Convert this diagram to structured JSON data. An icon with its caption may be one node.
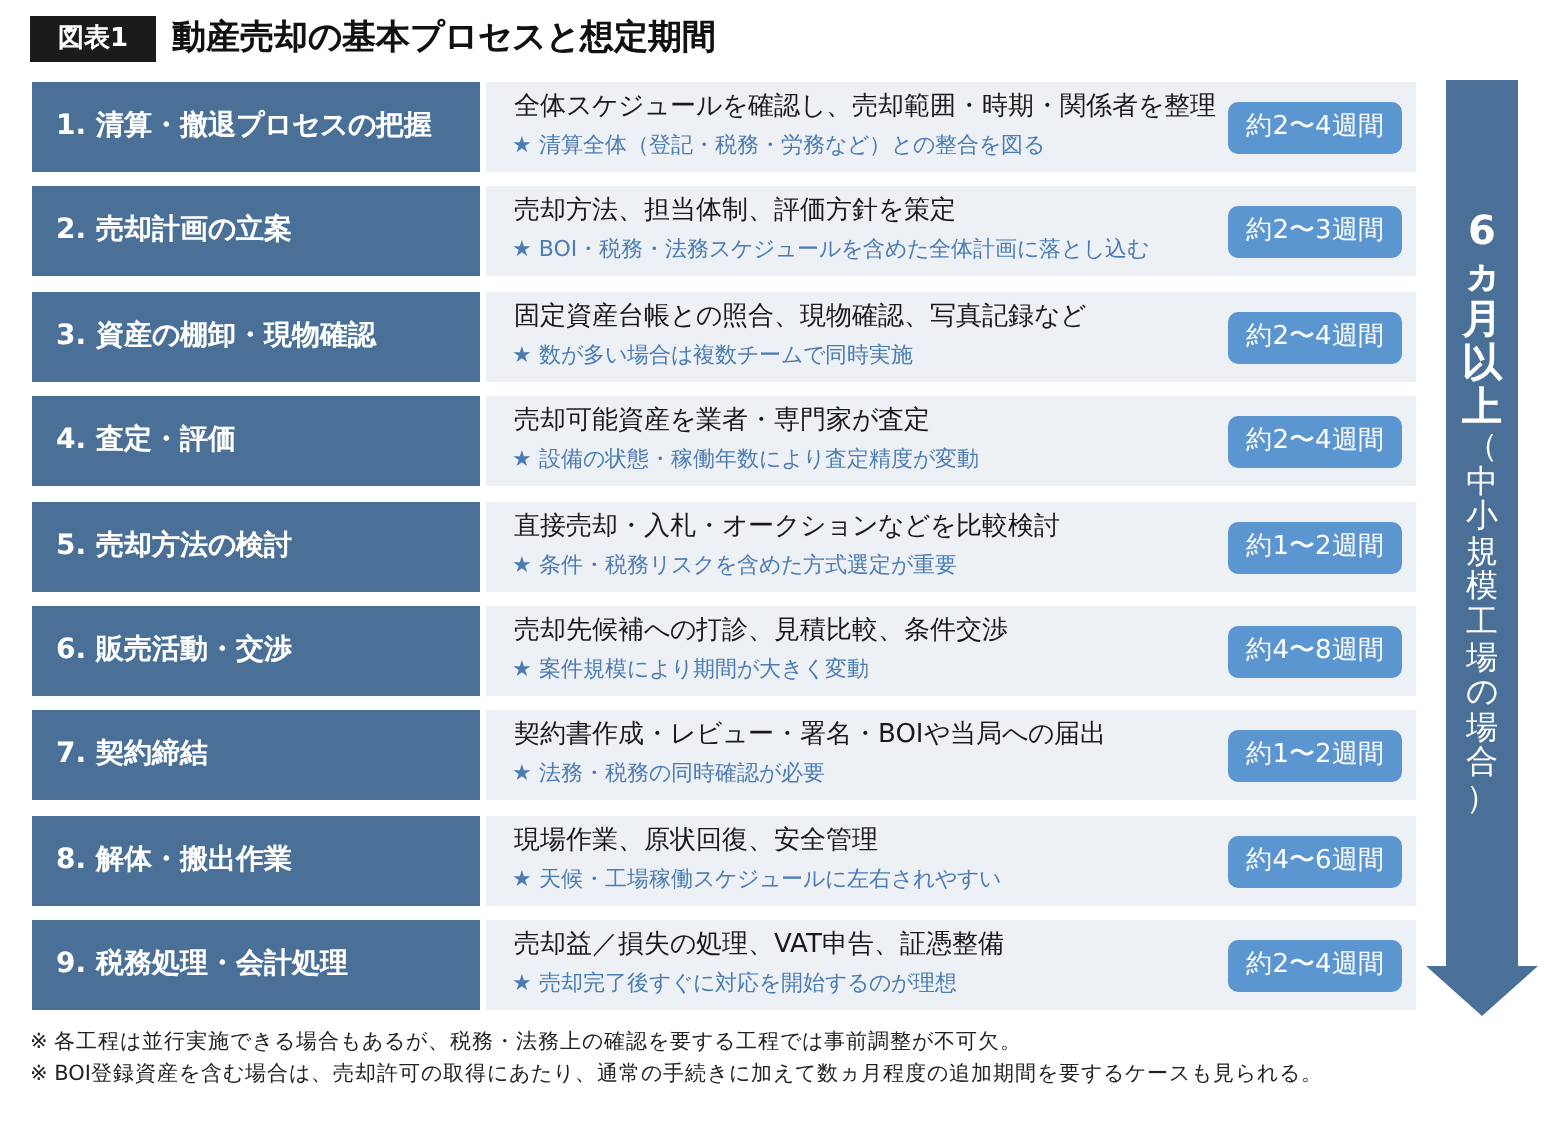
{
  "diagram": {
    "title": "動産売却の基本プロセスと想定期間",
    "nodes": [
      {
        "text": [
          "図表1"
        ]
      },
      {
        "text": [
          "1. 清算・撤退プロセスの把握"
        ]
      },
      {
        "text": [
          "全体スケジュールを確認し、売却範囲・時期・関係者を整理",
          "★ 清算全体（登記・税務・労務など）との整合を図る"
        ]
      },
      {
        "text": [
          "約2〜4週間"
        ],
        "in": 2
      },
      {
        "text": [
          "2. 売却計画の立案"
        ]
      },
      {
        "text": [
          "売却方法、担当体制、評価方針を策定",
          "★ BOI・税務・法務スケジュールを含めた全体計画に落とし込む"
        ]
      },
      {
        "text": [
          "約2〜3週間"
        ],
        "in": 5
      },
      {
        "text": [
          "3. 資産の棚卸・現物確認"
        ]
      },
      {
        "text": [
          "固定資産台帳との照合、現物確認、写真記録など",
          "★ 数が多い場合は複数チームで同時実施"
        ]
      },
      {
        "text": [
          "約2〜4週間"
        ],
        "in": 8
      },
      {
        "text": [
          "4. 査定・評価"
        ]
      },
      {
        "text": [
          "売却可能資産を業者・専門家が査定",
          "★ 設備の状態・稼働年数により査定精度が変動"
        ]
      },
      {
        "text": [
          "約2〜4週間"
        ],
        "in": 11
      },
      {
        "text": [
          "5. 売却方法の検討"
        ]
      },
      {
        "text": [
          "直接売却・入札・オークションなどを比較検討",
          "★ 条件・税務リスクを含めた方式選定が重要"
        ]
      },
      {
        "text": [
          "約1〜2週間"
        ],
        "in": 14
      },
      {
        "text": [
          "6. 販売活動・交渉"
        ]
      },
      {
        "text": [
          "売却先候補への打診、見積比較、条件交渉",
          "★ 案件規模により期間が大きく変動"
        ]
      },
      {
        "text": [
          "約4〜8週間"
        ],
        "in": 17
      },
      {
        "text": [
          "7. 契約締結"
        ]
      },
      {
        "text": [
          "契約書作成・レビュー・署名・BOIや当局への届出",
          "★ 法務・税務の同時確認が必要"
        ]
      },
      {
        "text": [
          "約1〜2週間"
        ],
        "in": 20
      },
      {
        "text": [
          "8. 解体・搬出作業"
        ]
      },
      {
        "text": [
          "現場作業、原状回復、安全管理",
          "★ 天候・工場稼働スケジュールに左右されやすい"
        ]
      },
      {
        "text": [
          "約4〜6週間"
        ],
        "in": 23
      },
      {
        "text": [
          "9. 税務処理・会計処理"
        ]
      },
      {
        "text": [
          "売却益／損失の処理、VAT申告、証憑整備",
          "★ 売却完了後すぐに対応を開始するのが理想"
        ]
      },
      {
        "text": [
          "約2〜4週間"
        ],
        "in": 26
      },
      {
        "text": [
          "**6ヵ月以上**（中小規模工場の場合）"
        ]
      }
    ],
    "labels": [
      "※ 各工程は並行実施できる場合もあるが、税務・法務上の確認を要する工程では事前調整が不可欠。",
      "※ BOI登録資産を含む場合は、売却許可の取得にあたり、通常の手続きに加えて数ヵ月程度の追加期間を要するケースも見られる。"
    ]
  }
}
